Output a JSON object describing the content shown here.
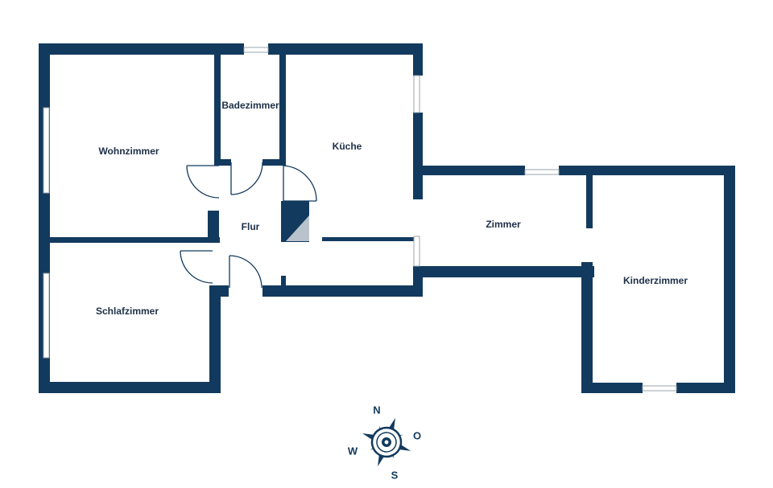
{
  "rooms": {
    "wohnzimmer": "Wohnzimmer",
    "badezimmer": "Badezimmer",
    "kueche": "Küche",
    "flur": "Flur",
    "zimmer": "Zimmer",
    "kinderzimmer": "Kinderzimmer",
    "schlafzimmer": "Schlafzimmer"
  },
  "compass": {
    "north": "N",
    "east": "O",
    "south": "S",
    "west": "W"
  },
  "colors": {
    "wall": "#123a5e",
    "label": "#1d2f47",
    "background": "#ffffff"
  }
}
